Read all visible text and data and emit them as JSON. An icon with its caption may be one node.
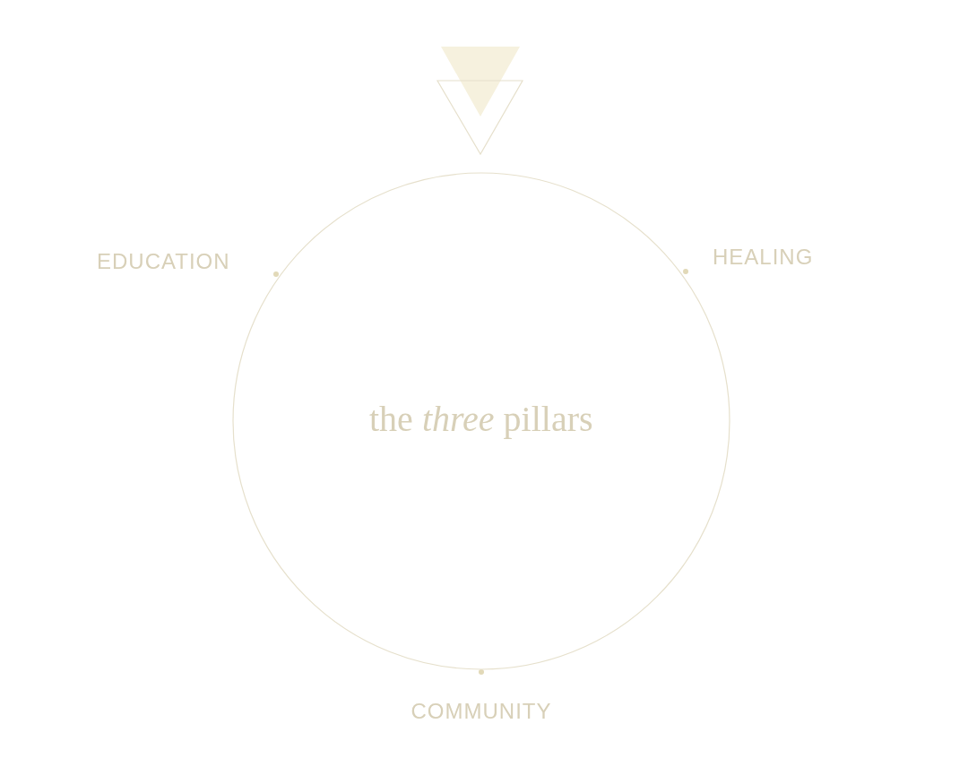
{
  "diagram": {
    "nodes": [
      {
        "text": [
          "the *three* pillars"
        ]
      }
    ],
    "labels": [
      "EDUCATION",
      "HEALING",
      "COMMUNITY"
    ]
  }
}
